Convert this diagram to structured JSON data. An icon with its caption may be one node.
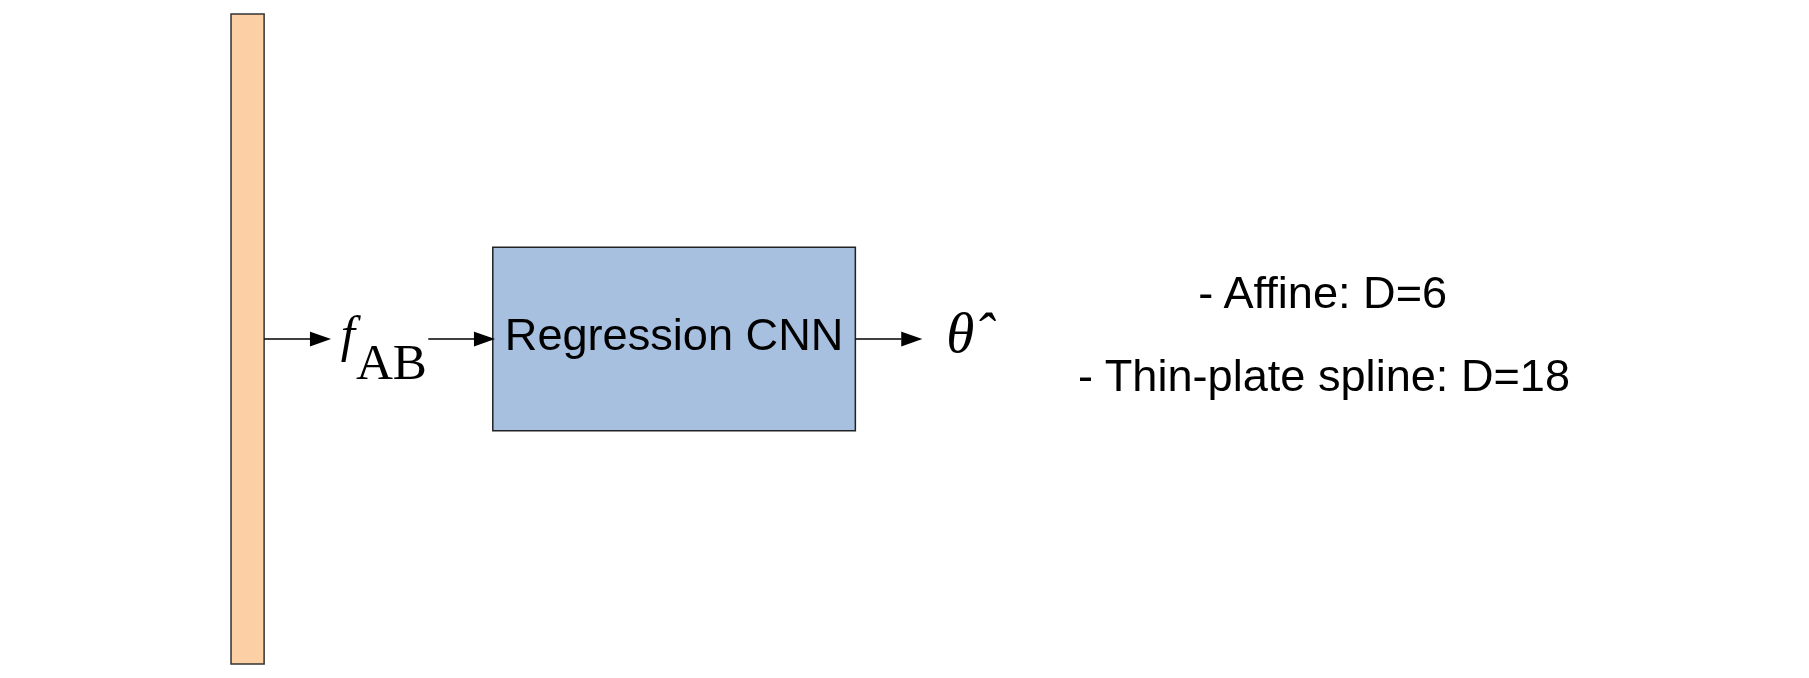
{
  "diagram": {
    "nodes": [
      {
        "text": [],
        "shape": "bar"
      },
      {
        "text": [
          "*f*$_{AB}$"
        ]
      },
      {
        "text": [
          "Regression CNN"
        ]
      },
      {
        "text": [
          "*θ̂*"
        ]
      }
    ],
    "edges": [
      {
        "from": 0,
        "to": 1,
        "arrow": "to"
      },
      {
        "from": 1,
        "to": 2,
        "arrow": "to"
      },
      {
        "from": 2,
        "to": 3,
        "arrow": "to"
      }
    ],
    "labels": [
      "- Affine: D=6",
      "- Thin-plate spline: D=18"
    ]
  }
}
